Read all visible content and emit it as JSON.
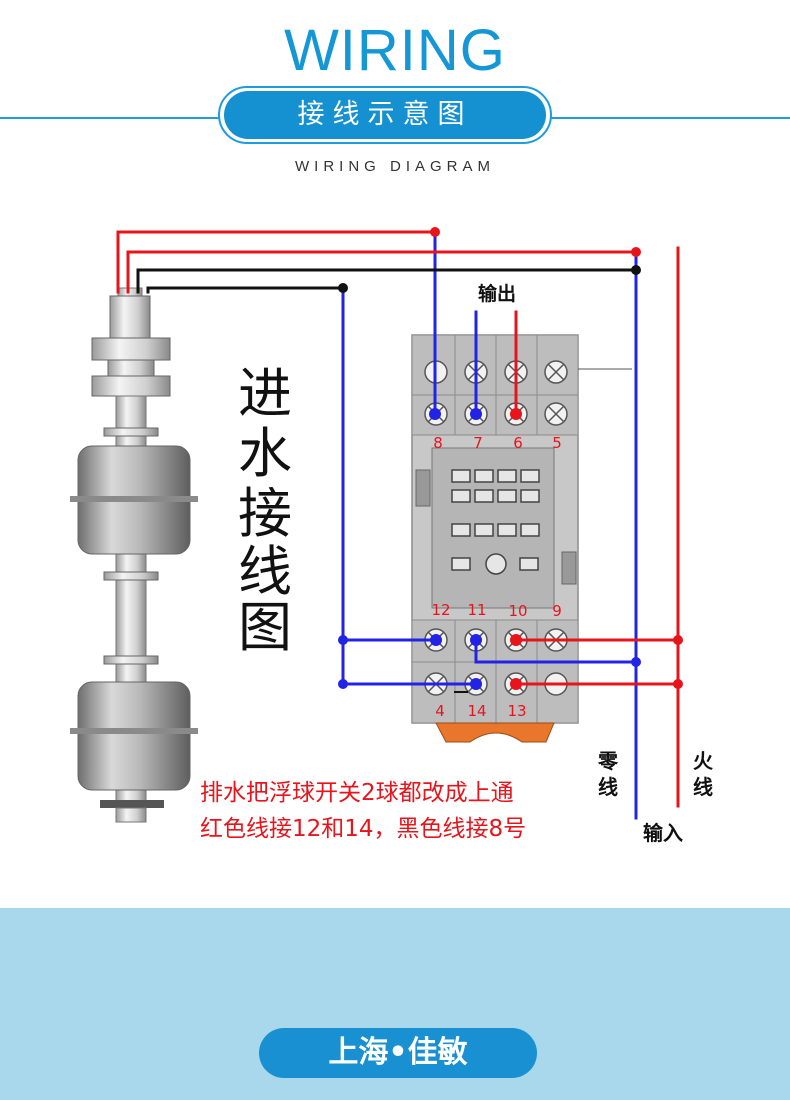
{
  "header": {
    "title": "WIRING",
    "pill_label": "接线示意图",
    "subtitle": "WIRING DIAGRAM"
  },
  "diagram": {
    "vertical_title": [
      "进",
      "水",
      "接",
      "线",
      "图"
    ],
    "output_label": "输出",
    "input_label": "输入",
    "neutral_label": [
      "零",
      "线"
    ],
    "live_label": [
      "火",
      "线"
    ],
    "top_terminals": [
      "8",
      "7",
      "6",
      "5"
    ],
    "middle_terminals": [
      "12",
      "11",
      "10",
      "9"
    ],
    "bottom_terminals": [
      "4",
      "14",
      "13"
    ],
    "note_lines": [
      "排水把浮球开关2球都改成上通",
      "红色线接12和14，黑色线接8号"
    ]
  },
  "footer": {
    "brand": "上海•佳敏"
  },
  "colors": {
    "accent_blue": "#1597d6",
    "wire_red": "#e8141c",
    "wire_blue": "#2323e6",
    "wire_black": "#111111",
    "note_red": "#e8141c",
    "band": "#a9d8ec"
  }
}
